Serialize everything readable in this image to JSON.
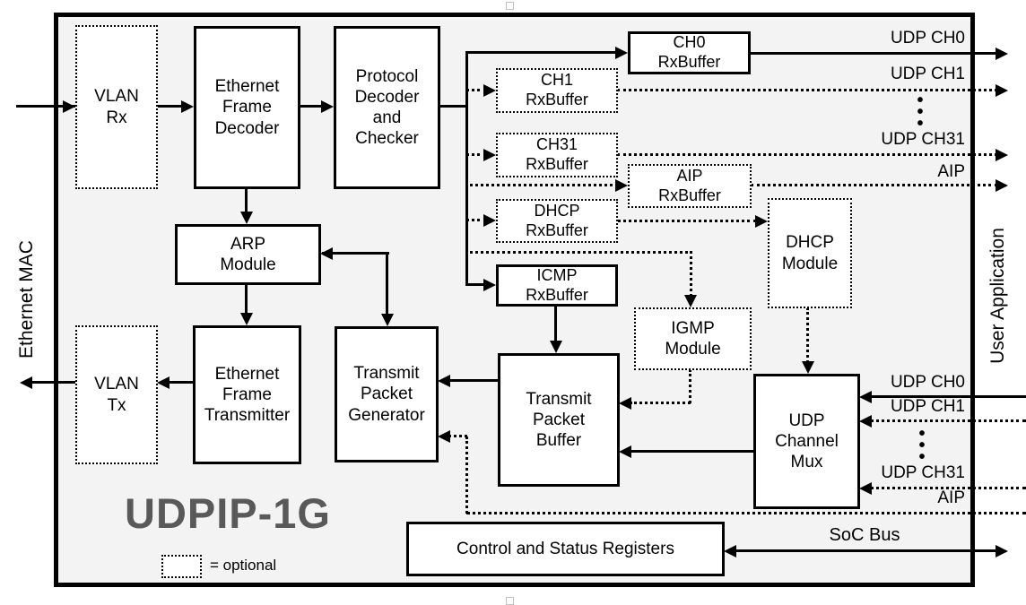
{
  "diagram": {
    "title": "UDPIP-1G",
    "legend_label": "= optional",
    "side_labels": {
      "left": "Ethernet MAC",
      "right": "User Application"
    },
    "blocks": {
      "vlan_rx": "VLAN\nRx",
      "eth_frame_decoder": "Ethernet\nFrame\nDecoder",
      "protocol_decoder": "Protocol\nDecoder\nand\nChecker",
      "ch0_rxbuffer": "CH0\nRxBuffer",
      "ch1_rxbuffer": "CH1\nRxBuffer",
      "ch31_rxbuffer": "CH31\nRxBuffer",
      "aip_rxbuffer": "AIP\nRxBuffer",
      "dhcp_rxbuffer": "DHCP\nRxBuffer",
      "icmp_rxbuffer": "ICMP\nRxBuffer",
      "dhcp_module": "DHCP\nModule",
      "igmp_module": "IGMP\nModule",
      "arp_module": "ARP\nModule",
      "vlan_tx": "VLAN\nTx",
      "eth_frame_transmitter": "Ethernet\nFrame\nTransmitter",
      "transmit_packet_generator": "Transmit\nPacket\nGenerator",
      "transmit_packet_buffer": "Transmit\nPacket\nBuffer",
      "udp_channel_mux": "UDP\nChannel\nMux",
      "control_status_registers": "Control and Status Registers"
    },
    "ports": {
      "out_udp_ch0": "UDP CH0",
      "out_udp_ch1": "UDP CH1",
      "out_udp_ch31": "UDP CH31",
      "out_aip": "AIP",
      "in_udp_ch0": "UDP CH0",
      "in_udp_ch1": "UDP CH1",
      "in_udp_ch31": "UDP CH31",
      "in_aip": "AIP",
      "soc_bus": "SoC Bus",
      "ellipsis_top": "•\n•\n•",
      "ellipsis_bottom": "•\n•\n•"
    },
    "colors": {
      "line": "#000000",
      "title": "#595959",
      "canvas_fill": "#f3f3f3",
      "box_fill": "#ffffff",
      "handle": "#c0c0c0"
    }
  }
}
